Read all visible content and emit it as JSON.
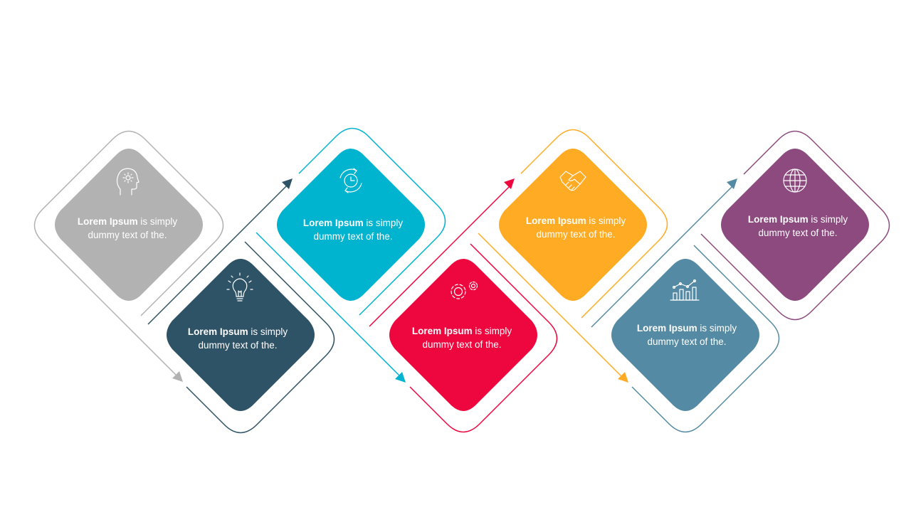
{
  "steps": [
    {
      "bold": "Lorem Ipsum",
      "rest": " is simply",
      "line2": "dummy  text of the.",
      "color": "#b2b2b2",
      "icon": "head-idea-icon"
    },
    {
      "bold": "Lorem Ipsum",
      "rest": " is simply",
      "line2": "dummy  text of the.",
      "color": "#2f5366",
      "icon": "lightbulb-icon"
    },
    {
      "bold": "Lorem Ipsum",
      "rest": " is simply",
      "line2": "dummy  text of the.",
      "color": "#00b3cf",
      "icon": "clock-cycle-icon"
    },
    {
      "bold": "Lorem Ipsum",
      "rest": " is simply",
      "line2": "dummy  text of the.",
      "color": "#ee073e",
      "icon": "gears-icon"
    },
    {
      "bold": "Lorem Ipsum",
      "rest": " is simply",
      "line2": "dummy  text of the.",
      "color": "#ffab24",
      "icon": "handshake-icon"
    },
    {
      "bold": "Lorem Ipsum",
      "rest": " is simply",
      "line2": "dummy  text of the.",
      "color": "#548aa3",
      "icon": "bar-chart-icon"
    },
    {
      "bold": "Lorem Ipsum",
      "rest": " is simply",
      "line2": "dummy  text of the.",
      "color": "#8d4a7f",
      "icon": "globe-icon"
    }
  ]
}
